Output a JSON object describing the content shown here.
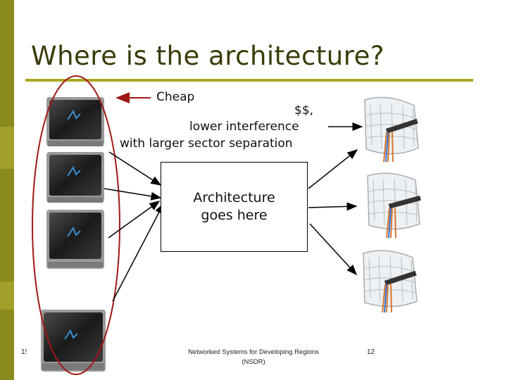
{
  "slide": {
    "title": "Where is the architecture?",
    "label_cheap": "Cheap",
    "label_cost": "$$,",
    "label_interference": "lower interference",
    "label_sector": "with larger sector separation",
    "architecture_box_text": "Architecture\ngoes here",
    "footer_left": "1!",
    "footer_center": "Networked Systems for Developing Regions (NSDR)",
    "footer_page": "12"
  },
  "colors": {
    "accent_bar": "#8a8a1e",
    "title_rule": "#a9a923",
    "title_text": "#3b3b0a",
    "ellipse": "#a01818"
  },
  "images": {
    "wifi_cards": [
      "pcmcia-card-image",
      "pcmcia-card-image",
      "pcmcia-card-image",
      "pcmcia-card-image"
    ],
    "antennas": [
      "grid-antenna-image",
      "grid-antenna-image",
      "grid-antenna-image"
    ]
  }
}
